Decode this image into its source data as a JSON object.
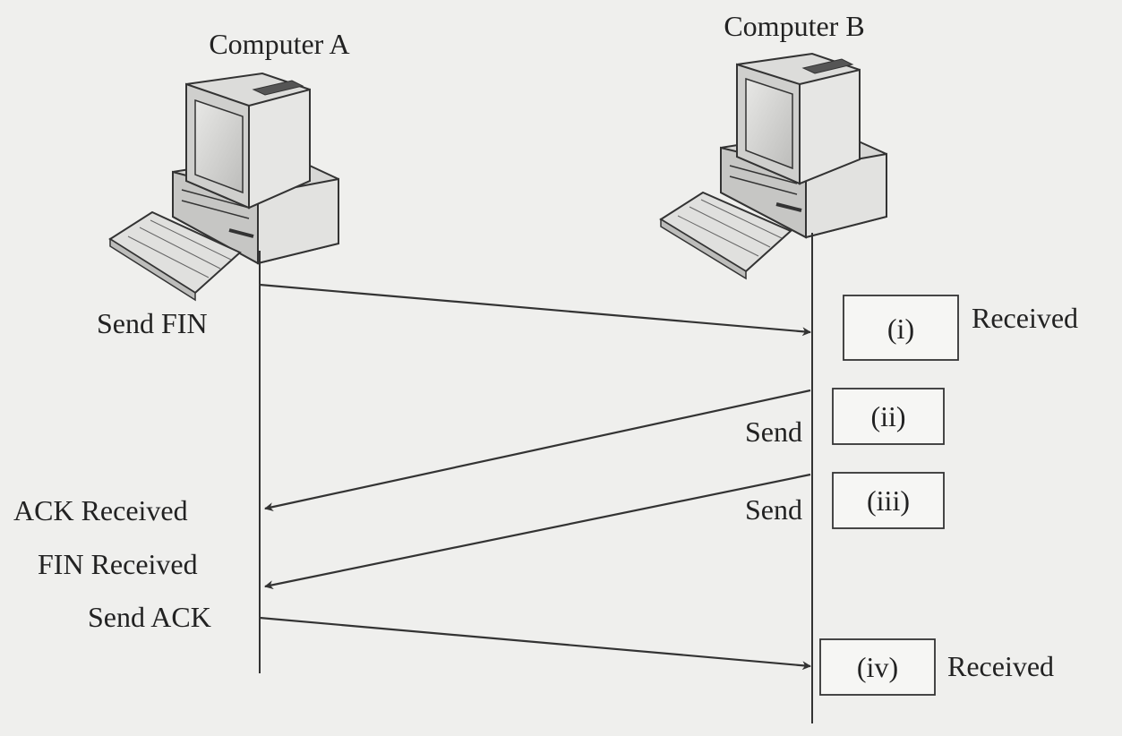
{
  "nodes": {
    "computer_a": {
      "label": "Computer A",
      "icon": "desktop-computer-icon"
    },
    "computer_b": {
      "label": "Computer B",
      "icon": "desktop-computer-icon"
    }
  },
  "labels": {
    "send_fin": "Send FIN",
    "received_1": "Received",
    "send_2": "Send",
    "send_3": "Send",
    "ack_received": "ACK Received",
    "fin_received": "FIN Received",
    "send_ack": "Send ACK",
    "received_4": "Received"
  },
  "boxes": {
    "box_i": "(i)",
    "box_ii": "(ii)",
    "box_iii": "(iii)",
    "box_iv": "(iv)"
  },
  "messages": [
    {
      "from": "computer_a",
      "to": "computer_b",
      "step": 1
    },
    {
      "from": "computer_b",
      "to": "computer_a",
      "step": 2
    },
    {
      "from": "computer_b",
      "to": "computer_a",
      "step": 3
    },
    {
      "from": "computer_a",
      "to": "computer_b",
      "step": 4
    }
  ]
}
